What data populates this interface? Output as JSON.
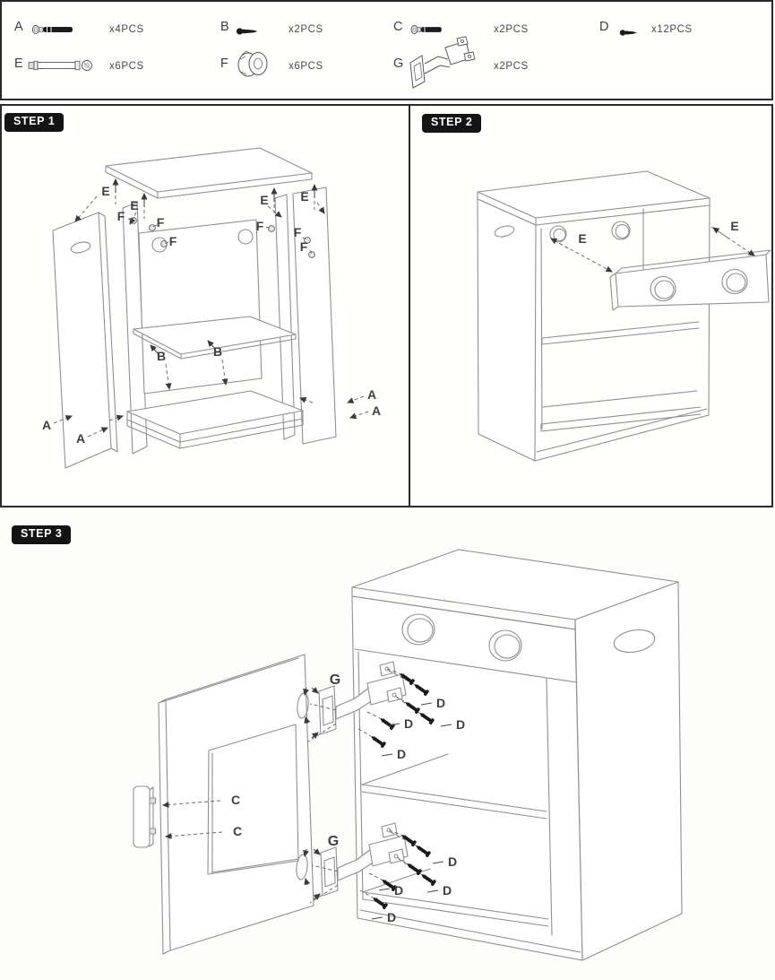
{
  "document": {
    "type": "assembly-instructions"
  },
  "palette": {
    "background": "#fdfdfc",
    "line": "#8f8f8f",
    "label": "#3f3f3f",
    "badge_bg": "#141414",
    "badge_text": "#ffffff",
    "hardware": "#1b1b1b"
  },
  "parts_list": {
    "items": [
      {
        "id": "A",
        "qty": "x4PCS",
        "icon": "cam-bolt-icon"
      },
      {
        "id": "B",
        "qty": "x2PCS",
        "icon": "small-screw-icon"
      },
      {
        "id": "C",
        "qty": "x2PCS",
        "icon": "short-cam-bolt-icon"
      },
      {
        "id": "D",
        "qty": "x12PCS",
        "icon": "wood-screw-icon"
      },
      {
        "id": "E",
        "qty": "x6PCS",
        "icon": "connecting-rail-icon"
      },
      {
        "id": "F",
        "qty": "x6PCS",
        "icon": "cam-lock-icon"
      },
      {
        "id": "G",
        "qty": "x2PCS",
        "icon": "hinge-icon"
      }
    ]
  },
  "steps": [
    {
      "label": "STEP 1",
      "callouts": {
        "E": [
          "E",
          "E",
          "E",
          "E"
        ],
        "F": [
          "F",
          "F",
          "F",
          "F",
          "F",
          "F"
        ],
        "B": [
          "B",
          "B"
        ],
        "A": [
          "A",
          "A",
          "A",
          "A"
        ]
      }
    },
    {
      "label": "STEP 2",
      "callouts": {
        "E": [
          "E",
          "E"
        ]
      }
    },
    {
      "label": "STEP 3",
      "callouts": {
        "G": [
          "G",
          "G"
        ],
        "C": [
          "C",
          "C"
        ],
        "D": [
          "D",
          "D",
          "D",
          "D",
          "D",
          "D",
          "D",
          "D"
        ]
      }
    }
  ]
}
